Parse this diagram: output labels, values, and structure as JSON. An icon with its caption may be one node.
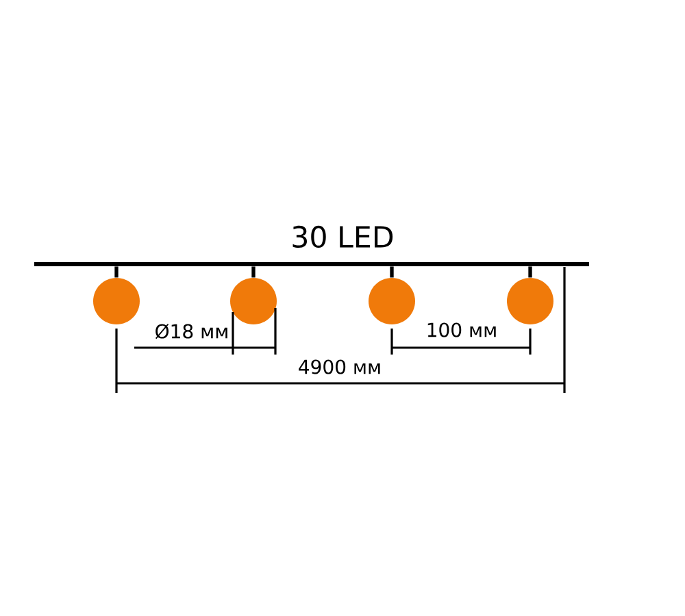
{
  "diagram": {
    "nodes": [
      {
        "text": [],
        "shape": "bar"
      },
      {
        "text": [],
        "shape": "circle"
      },
      {
        "text": [],
        "shape": "circle"
      },
      {
        "text": [],
        "shape": "circle"
      },
      {
        "text": [],
        "shape": "circle"
      }
    ],
    "edges": [
      {
        "from": 0,
        "to": 1,
        "arrow": "none"
      },
      {
        "from": 0,
        "to": 2,
        "arrow": "none"
      },
      {
        "from": 0,
        "to": 3,
        "arrow": "none"
      },
      {
        "from": 0,
        "to": 4,
        "arrow": "none"
      }
    ],
    "labels": [
      "30 LED",
      "Ø18 мм",
      "100 мм",
      "4900 мм"
    ]
  }
}
